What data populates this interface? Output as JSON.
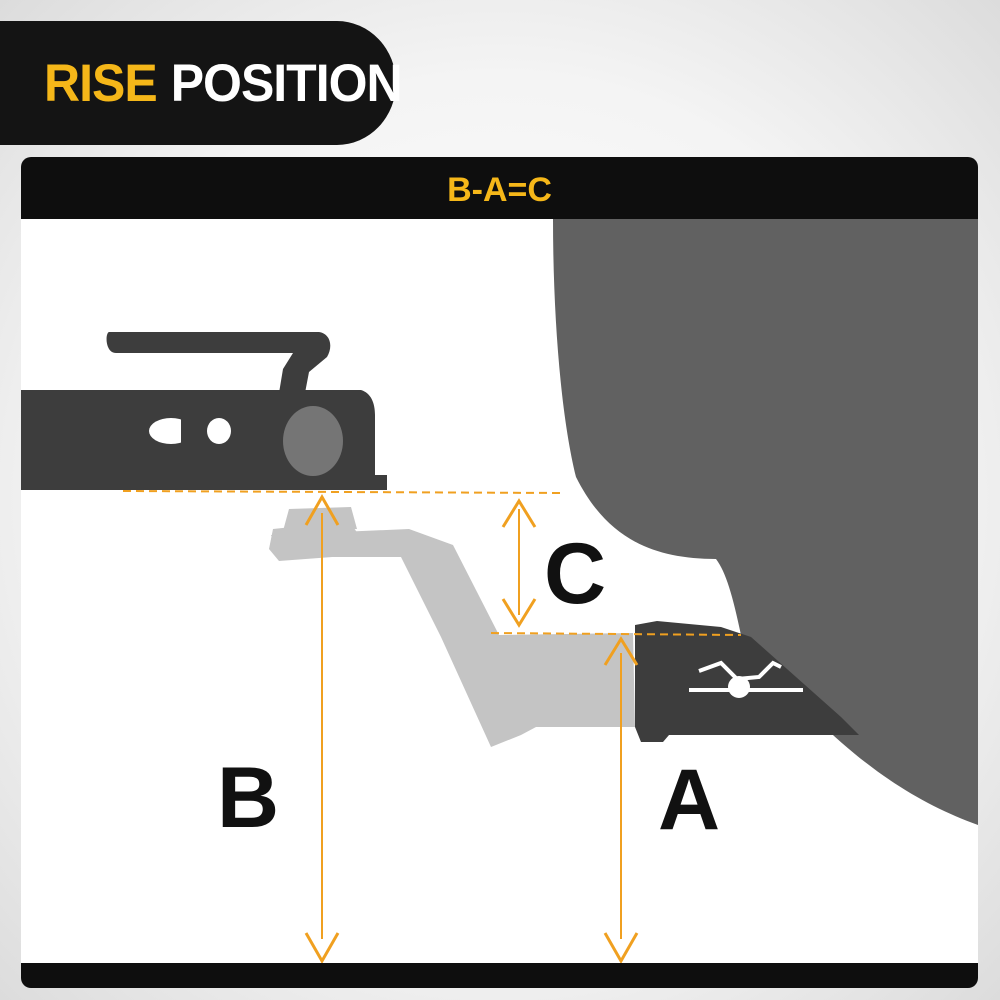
{
  "title": {
    "accent": "RISE",
    "main": "POSITION"
  },
  "formula": "B-A=C",
  "labels": {
    "a": "A",
    "b": "B",
    "c": "C"
  },
  "colors": {
    "accent": "#f5b719",
    "arrow": "#f0a020",
    "dark": "#3d3d3d",
    "vehicle": "#616161",
    "mount": "#c4c4c4"
  }
}
